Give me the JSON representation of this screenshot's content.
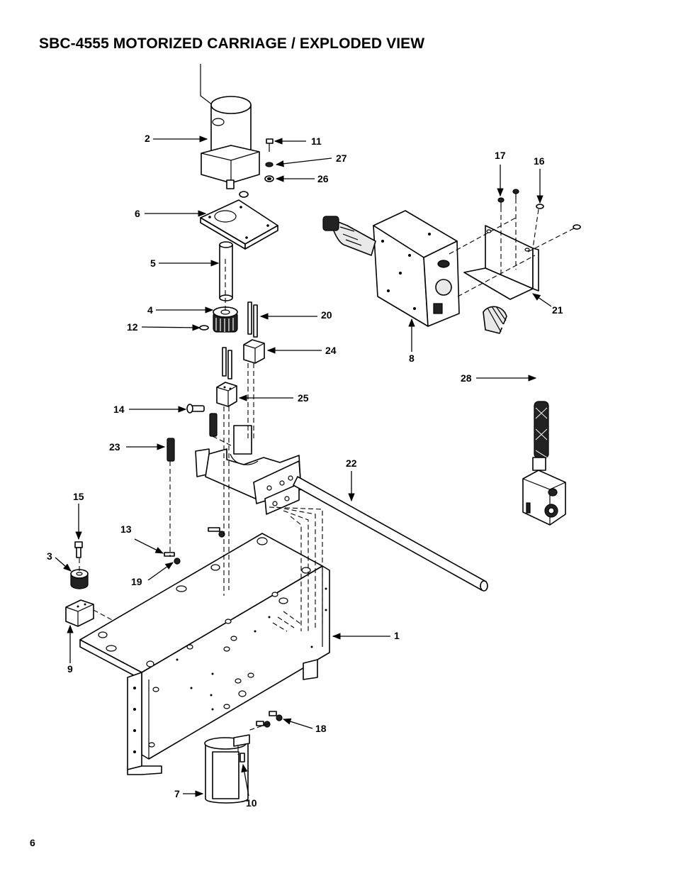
{
  "title": "SBC-4555 MOTORIZED CARRIAGE / EXPLODED VIEW",
  "page_number": "6",
  "callouts": {
    "c1": "1",
    "c2": "2",
    "c3": "3",
    "c4": "4",
    "c5": "5",
    "c6": "6",
    "c7": "7",
    "c8": "8",
    "c9": "9",
    "c10": "10",
    "c11": "11",
    "c12": "12",
    "c13": "13",
    "c14": "14",
    "c15": "15",
    "c16": "16",
    "c17": "17",
    "c18": "18",
    "c19": "19",
    "c20": "20",
    "c21": "21",
    "c22": "22",
    "c23": "23",
    "c24": "24",
    "c25": "25",
    "c26": "26",
    "c27": "27",
    "c28": "28"
  }
}
